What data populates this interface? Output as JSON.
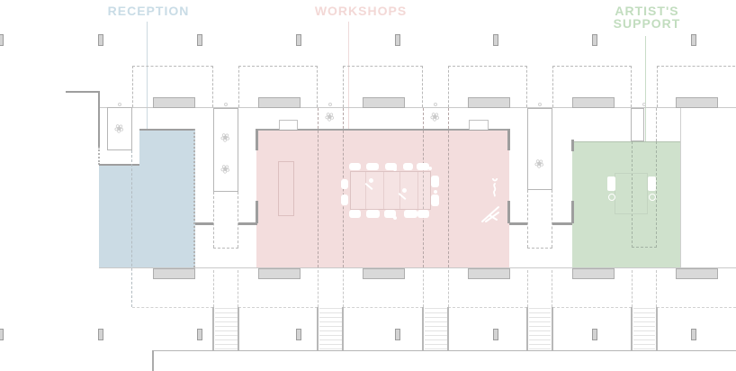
{
  "labels": {
    "reception": "RECEPTION",
    "workshops": "WORKSHOPS",
    "artists_support": "ARTIST'S SUPPORT"
  },
  "icons": {
    "plant_glyph": "❀",
    "person_icon": "person-figure",
    "easel_icon": "easel-sketch"
  },
  "colors": {
    "reception_fill": "#cbdbe4",
    "workshops_fill": "#f3dddd",
    "support_fill": "#cfe1cc",
    "reception_label": "#c9dce6",
    "workshops_label": "#f3d8d6",
    "support_label": "#c2ddbf",
    "leader_blue": "#ccd9e0",
    "leader_pink": "#eedada",
    "leader_green": "#c8dcc7",
    "wall_dark": "#9e9e9e",
    "line_light": "#c9c9c9",
    "dash": "#b9b9b9",
    "footing_fill": "#d9d9d9",
    "footing_border": "#aeaeae",
    "column_fill": "#d3d3d3",
    "column_border": "#9c9c9c"
  }
}
